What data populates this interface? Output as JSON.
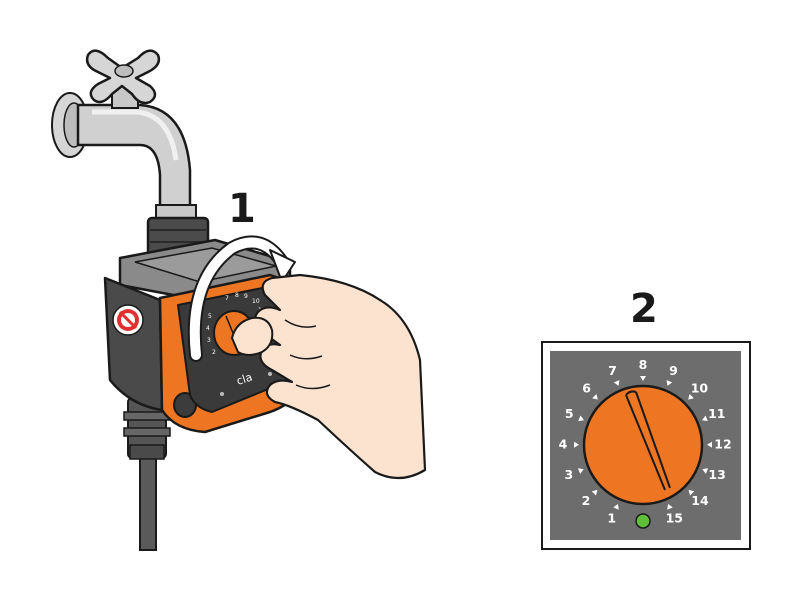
{
  "steps": [
    {
      "label": "1"
    },
    {
      "label": "2"
    }
  ],
  "dial_numbers": [
    "1",
    "2",
    "3",
    "4",
    "5",
    "6",
    "7",
    "8",
    "9",
    "10",
    "11",
    "12",
    "13",
    "14",
    "15"
  ],
  "device_brand": "cla",
  "colors": {
    "orange": "#EE7623",
    "panel_gray": "#6d6d6d",
    "body_gray": "#3f3f3f",
    "indicator_green": "#5fbf3a",
    "outline": "#1a1a1a"
  }
}
